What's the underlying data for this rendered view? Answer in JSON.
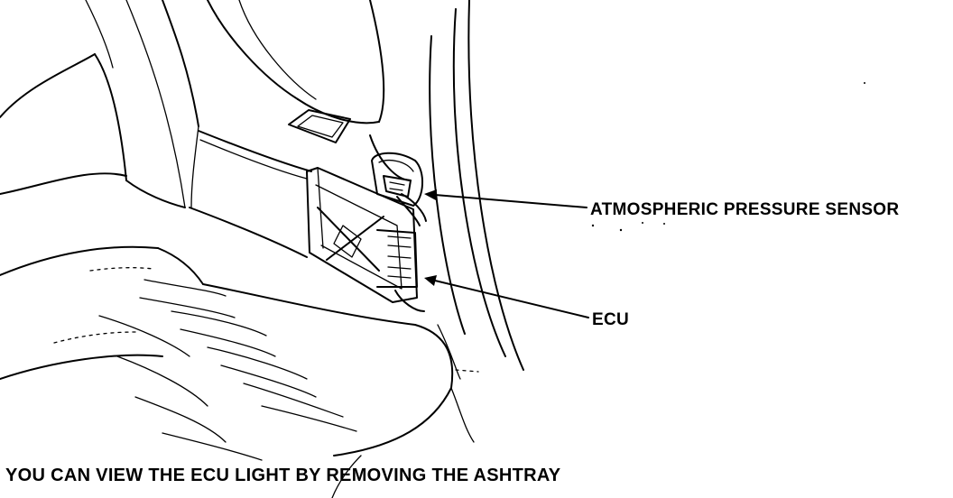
{
  "labels": {
    "atmospheric_pressure_sensor": "ATMOSPHERIC PRESSURE SENSOR",
    "ecu": "ECU"
  },
  "caption": "YOU CAN VIEW THE ECU LIGHT BY REMOVING THE ASHTRAY",
  "colors": {
    "ink": "#000000",
    "paper": "#ffffff"
  }
}
